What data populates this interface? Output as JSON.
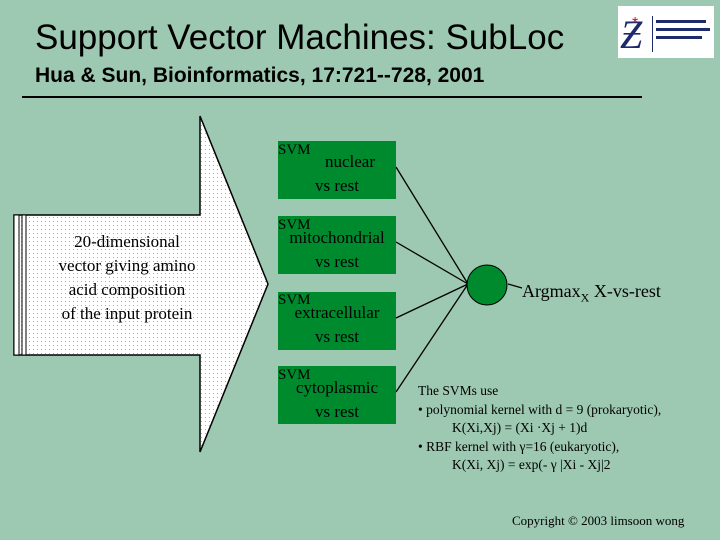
{
  "slide": {
    "title": "Support Vector Machines: SubLoc",
    "subtitle": "Hua & Sun, Bioinformatics, 17:721--728, 2001"
  },
  "input_arrow": {
    "lines": [
      "20-dimensional",
      "vector giving amino",
      "acid composition",
      "of the input protein"
    ]
  },
  "svms": [
    {
      "tag": "SVM",
      "line1": "nuclear",
      "line2": "vs rest"
    },
    {
      "tag": "SVM",
      "line1": "mitochondrial",
      "line2": "vs rest"
    },
    {
      "tag": "SVM",
      "line1": "extracellular",
      "line2": "vs rest"
    },
    {
      "tag": "SVM",
      "line1": "cytoplasmic",
      "line2": "vs rest"
    }
  ],
  "output": {
    "argmax": "Argmax",
    "argmax_sub": "X",
    "argmax_rest": " X-vs-rest"
  },
  "explanation": {
    "intro": "The SVMs use",
    "poly": "• polynomial kernel with d = 9 (prokaryotic),",
    "poly_formula": "K(Xi,Xj) = (Xi ·Xj + 1)d",
    "rbf": "• RBF kernel with γ=16 (eukaryotic),",
    "rbf_formula": "K(Xi, Xj) = exp(- γ |Xi - Xj|2"
  },
  "footer": {
    "copyright": "Copyright © 2003 limsoon wong"
  },
  "colors": {
    "background": "#9dc8b2",
    "svm_box": "#008a2e",
    "node": "#008a2e"
  }
}
